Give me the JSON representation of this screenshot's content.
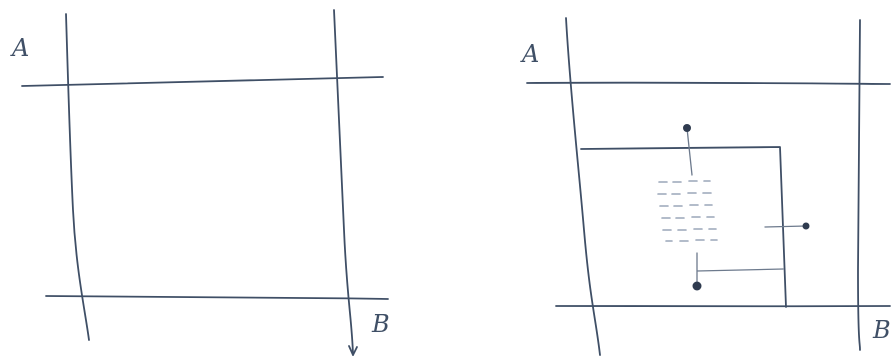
{
  "panels": [
    {
      "corner_top_left": "A",
      "corner_bottom_right": "B"
    },
    {
      "corner_top_left": "A",
      "corner_bottom_right": "B"
    }
  ]
}
